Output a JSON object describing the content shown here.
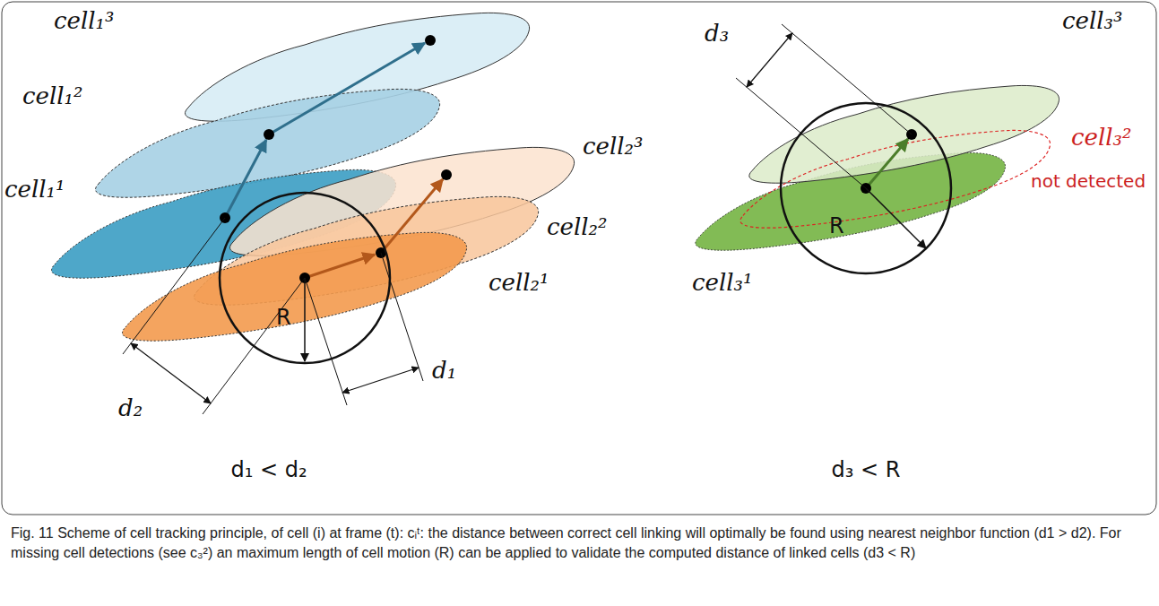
{
  "diagram": {
    "caption": "Fig. 11 Scheme of cell tracking principle, of cell (i) at frame (t): cᵢᵗ: the distance between correct cell linking will optimally be found using nearest neighbor function (d1 > d2). For missing cell detections (see c₃²) an maximum length of cell motion (R) can be applied to validate the computed distance of linked cells (d3 < R)",
    "labels": [
      "cell₁³",
      "cell₁²",
      "cell₁¹",
      "cell₂³",
      "cell₂²",
      "cell₂¹",
      "R",
      "d₂",
      "d₁",
      "d₁ < d₂",
      "d₃",
      "cell₃³",
      "cell₃²",
      "not detected",
      "cell₃¹",
      "R",
      "d₃ < R"
    ]
  }
}
